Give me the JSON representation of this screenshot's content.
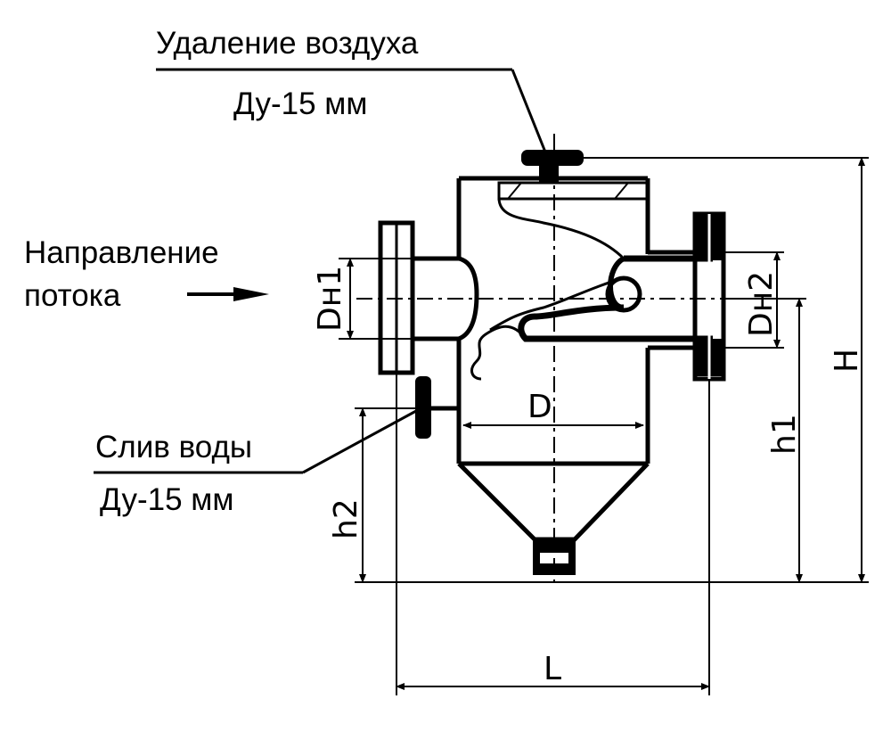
{
  "labels": {
    "air_vent_title": "Удаление воздуха",
    "air_vent_size": "Ду-15 мм",
    "flow_direction_line1": "Направление",
    "flow_direction_line2": "потока",
    "drain_title": "Слив воды",
    "drain_size": "Ду-15 мм"
  },
  "dimensions": {
    "inlet_diameter": "Dн1",
    "outlet_diameter": "Dн2",
    "body_diameter": "D",
    "total_height": "H",
    "outlet_height": "h1",
    "drain_height": "h2",
    "length": "L"
  }
}
